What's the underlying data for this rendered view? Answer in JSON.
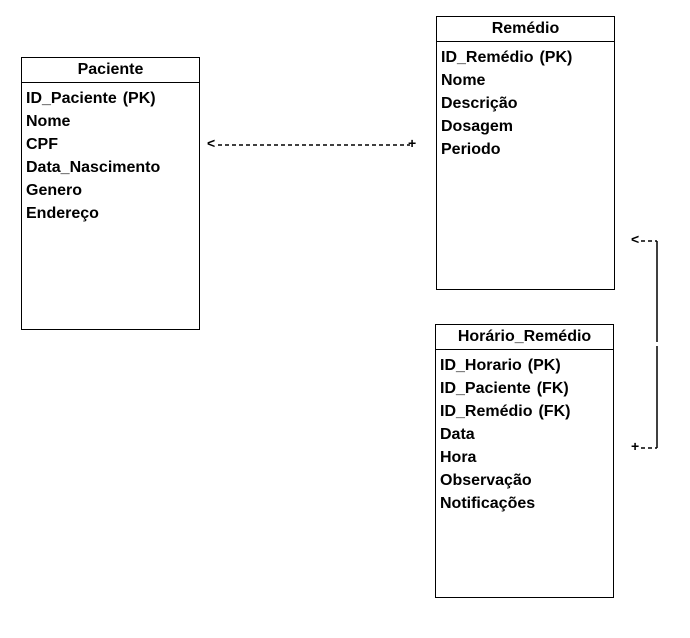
{
  "entities": {
    "paciente": {
      "title": "Paciente",
      "attributes": [
        {
          "name": "ID_Paciente",
          "key": "(PK)"
        },
        {
          "name": "Nome",
          "key": ""
        },
        {
          "name": "CPF",
          "key": ""
        },
        {
          "name": "Data_Nascimento",
          "key": ""
        },
        {
          "name": "Genero",
          "key": ""
        },
        {
          "name": "Endereço",
          "key": ""
        }
      ]
    },
    "remedio": {
      "title": "Remédio",
      "attributes": [
        {
          "name": "ID_Remédio",
          "key": "(PK)"
        },
        {
          "name": "Nome",
          "key": ""
        },
        {
          "name": "Descrição",
          "key": ""
        },
        {
          "name": "Dosagem",
          "key": ""
        },
        {
          "name": "Periodo",
          "key": ""
        }
      ]
    },
    "horario_remedio": {
      "title": "Horário_Remédio",
      "attributes": [
        {
          "name": "ID_Horario",
          "key": "(PK)"
        },
        {
          "name": "ID_Paciente",
          "key": "(FK)"
        },
        {
          "name": "ID_Remédio",
          "key": "(FK)"
        },
        {
          "name": "Data",
          "key": ""
        },
        {
          "name": "Hora",
          "key": ""
        },
        {
          "name": "Observação",
          "key": ""
        },
        {
          "name": "Notificações",
          "key": ""
        }
      ]
    }
  },
  "connectors": {
    "arrow_head": "<",
    "plus_end": "+"
  }
}
